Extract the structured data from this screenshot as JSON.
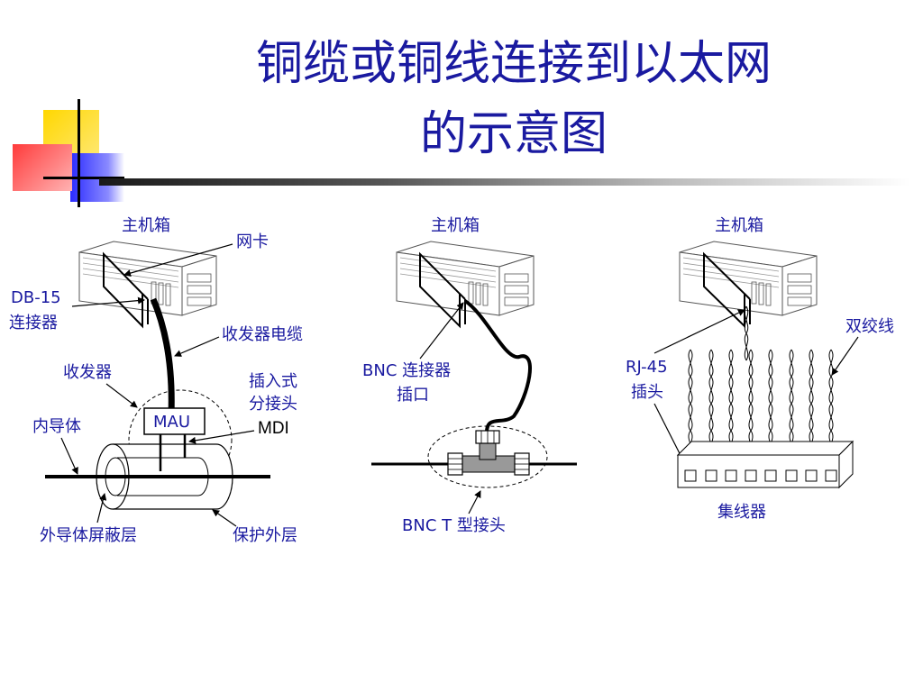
{
  "title": {
    "line1": "铜缆或铜线连接到以太网",
    "line2": "的示意图"
  },
  "colors": {
    "title": "#1a1aa0",
    "label": "#1a1aa0",
    "deco_yellow": "#ffd700",
    "deco_red": "#ff3b3b",
    "deco_blue": "#2c2cff",
    "connector_gray": "#999999"
  },
  "panel_thick": {
    "host": "主机箱",
    "nic": "网卡",
    "db15_line1": "DB-15",
    "db15_line2": "连接器",
    "transceiver_cable": "收发器电缆",
    "transceiver": "收发器",
    "tap_line1": "插入式",
    "tap_line2": "分接头",
    "mdi": "MDI",
    "mau": "MAU",
    "inner_conductor": "内导体",
    "outer_shield": "外导体屏蔽层",
    "jacket": "保护外层"
  },
  "panel_thin": {
    "host": "主机箱",
    "bnc_port_line1": "BNC 连接器",
    "bnc_port_line2": "插口",
    "bnc_t": "BNC T 型接头"
  },
  "panel_twisted": {
    "host": "主机箱",
    "twisted_pair": "双绞线",
    "rj45_line1": "RJ-45",
    "rj45_line2": "插头",
    "hub": "集线器"
  }
}
